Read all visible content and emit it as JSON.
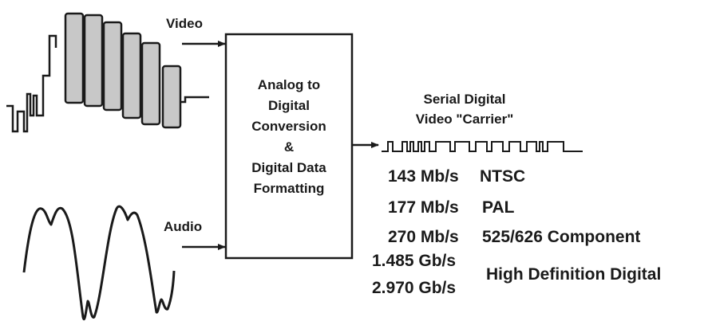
{
  "inputs": {
    "video_label": "Video",
    "audio_label": "Audio"
  },
  "converter": {
    "lines": [
      "Analog to",
      "Digital",
      "Conversion",
      "&",
      "Digital Data",
      "Formatting"
    ]
  },
  "output": {
    "carrier_lines": [
      "Serial Digital",
      "Video \"Carrier\""
    ]
  },
  "rates": [
    {
      "rate": "143 Mb/s",
      "format": "NTSC"
    },
    {
      "rate": "177 Mb/s",
      "format": "PAL"
    },
    {
      "rate": "270 Mb/s",
      "format": "525/626 Component"
    }
  ],
  "hd": {
    "rates": [
      "1.485 Gb/s",
      "2.970 Gb/s"
    ],
    "format": "High Definition Digital"
  },
  "colors": {
    "stroke": "#1a1a1a",
    "bar_fill": "#c8c8c8",
    "background": "#ffffff"
  }
}
